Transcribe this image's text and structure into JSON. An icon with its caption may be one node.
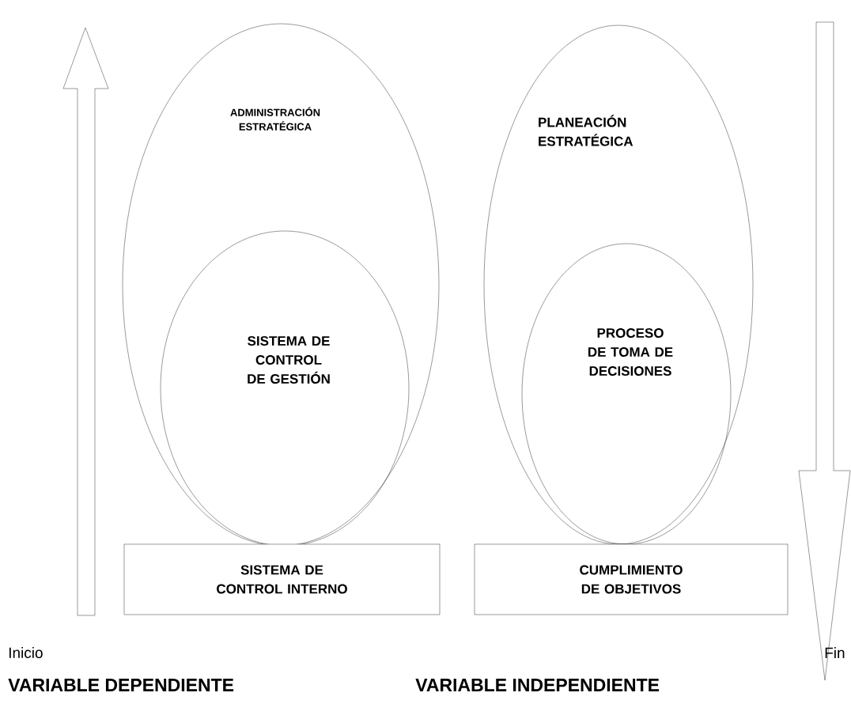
{
  "diagram": {
    "nodes": [
      {
        "text": [
          "ADMINISTRACIÓN ESTRATÉGICA"
        ]
      },
      {
        "text": [
          "SISTEMA DE CONTROL DE GESTIÓN"
        ],
        "in": 0
      },
      {
        "text": [
          "SISTEMA DE CONTROL INTERNO"
        ]
      },
      {
        "text": [
          "PLANEACIÓN ESTRATÉGICA"
        ]
      },
      {
        "text": [
          "PROCESO DE TOMA DE DECISIONES"
        ],
        "in": 3
      },
      {
        "text": [
          "CUMPLIMIENTO DE OBJETIVOS"
        ]
      }
    ],
    "edges": [],
    "labels": [
      "Inicio",
      "Fin",
      "VARIABLE DEPENDIENTE",
      "VARIABLE INDEPENDIENTE"
    ]
  }
}
